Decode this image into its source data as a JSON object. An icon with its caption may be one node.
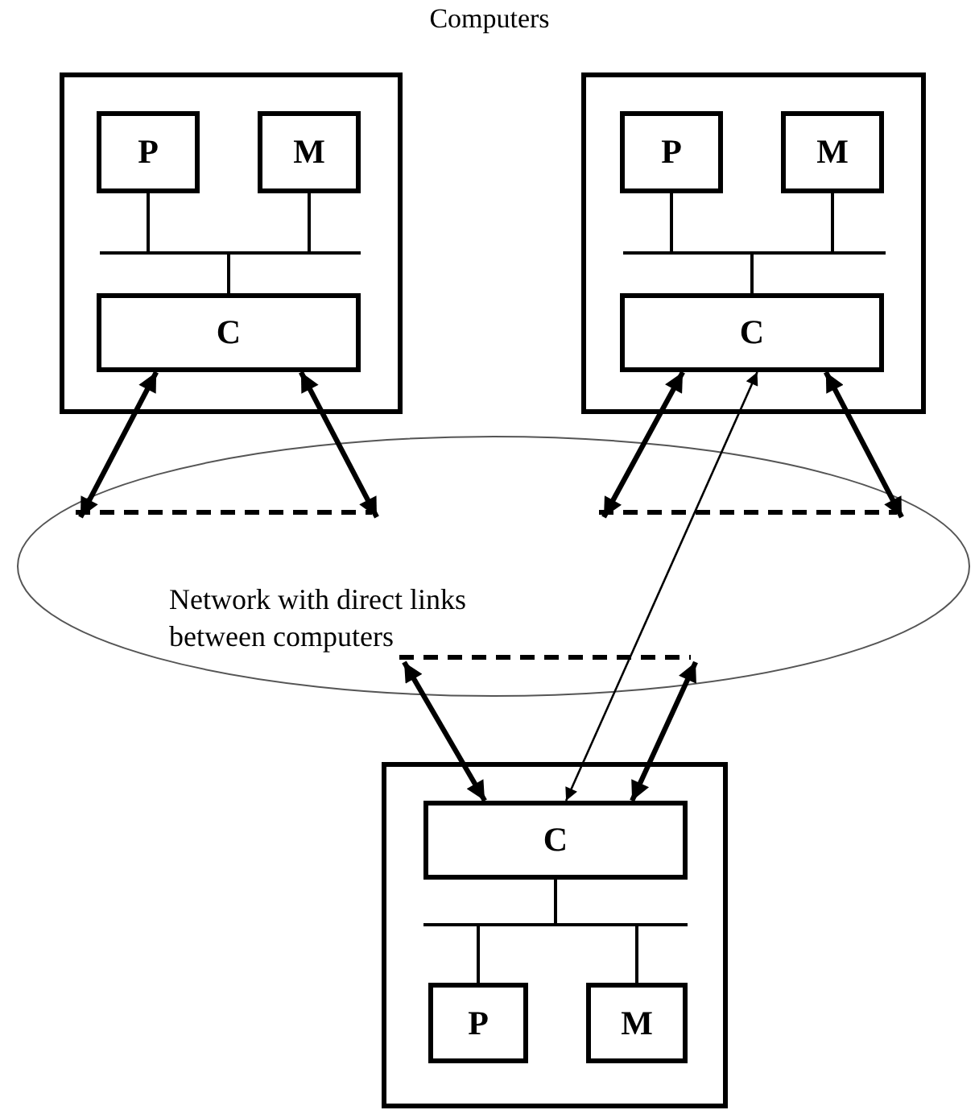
{
  "diagram": {
    "title": "Computers",
    "nodes": [
      {
        "text": [],
        "shape": "box"
      },
      {
        "text": [
          "P"
        ],
        "in": 0
      },
      {
        "text": [
          "M"
        ],
        "in": 0
      },
      {
        "text": [
          "C"
        ],
        "in": 0
      },
      {
        "text": [],
        "shape": "box"
      },
      {
        "text": [
          "P"
        ],
        "in": 4
      },
      {
        "text": [
          "M"
        ],
        "in": 4
      },
      {
        "text": [
          "C"
        ],
        "in": 4
      },
      {
        "text": [
          "Network with direct links between computers"
        ]
      },
      {
        "text": [],
        "shape": "bar",
        "in": 8
      },
      {
        "text": [],
        "shape": "bar",
        "in": 8
      },
      {
        "text": [],
        "shape": "bar",
        "in": 8
      },
      {
        "text": [],
        "shape": "box"
      },
      {
        "text": [
          "C"
        ],
        "in": 12
      },
      {
        "text": [
          "P"
        ],
        "in": 12
      },
      {
        "text": [
          "M"
        ],
        "in": 12
      }
    ],
    "edges": [
      {
        "from": 1,
        "to": 3,
        "arrow": "none"
      },
      {
        "from": 2,
        "to": 3,
        "arrow": "none"
      },
      {
        "from": 5,
        "to": 7,
        "arrow": "none"
      },
      {
        "from": 6,
        "to": 7,
        "arrow": "none"
      },
      {
        "from": 3,
        "to": 9,
        "arrow": "both"
      },
      {
        "from": 3,
        "to": 9,
        "arrow": "both"
      },
      {
        "from": 7,
        "to": 10,
        "arrow": "both"
      },
      {
        "from": 7,
        "to": 10,
        "arrow": "both"
      },
      {
        "from": 13,
        "to": 11,
        "arrow": "both"
      },
      {
        "from": 13,
        "to": 11,
        "arrow": "both"
      },
      {
        "from": 7,
        "to": 13,
        "arrow": "both"
      },
      {
        "from": 14,
        "to": 13,
        "arrow": "none"
      },
      {
        "from": 15,
        "to": 13,
        "arrow": "none"
      }
    ]
  }
}
